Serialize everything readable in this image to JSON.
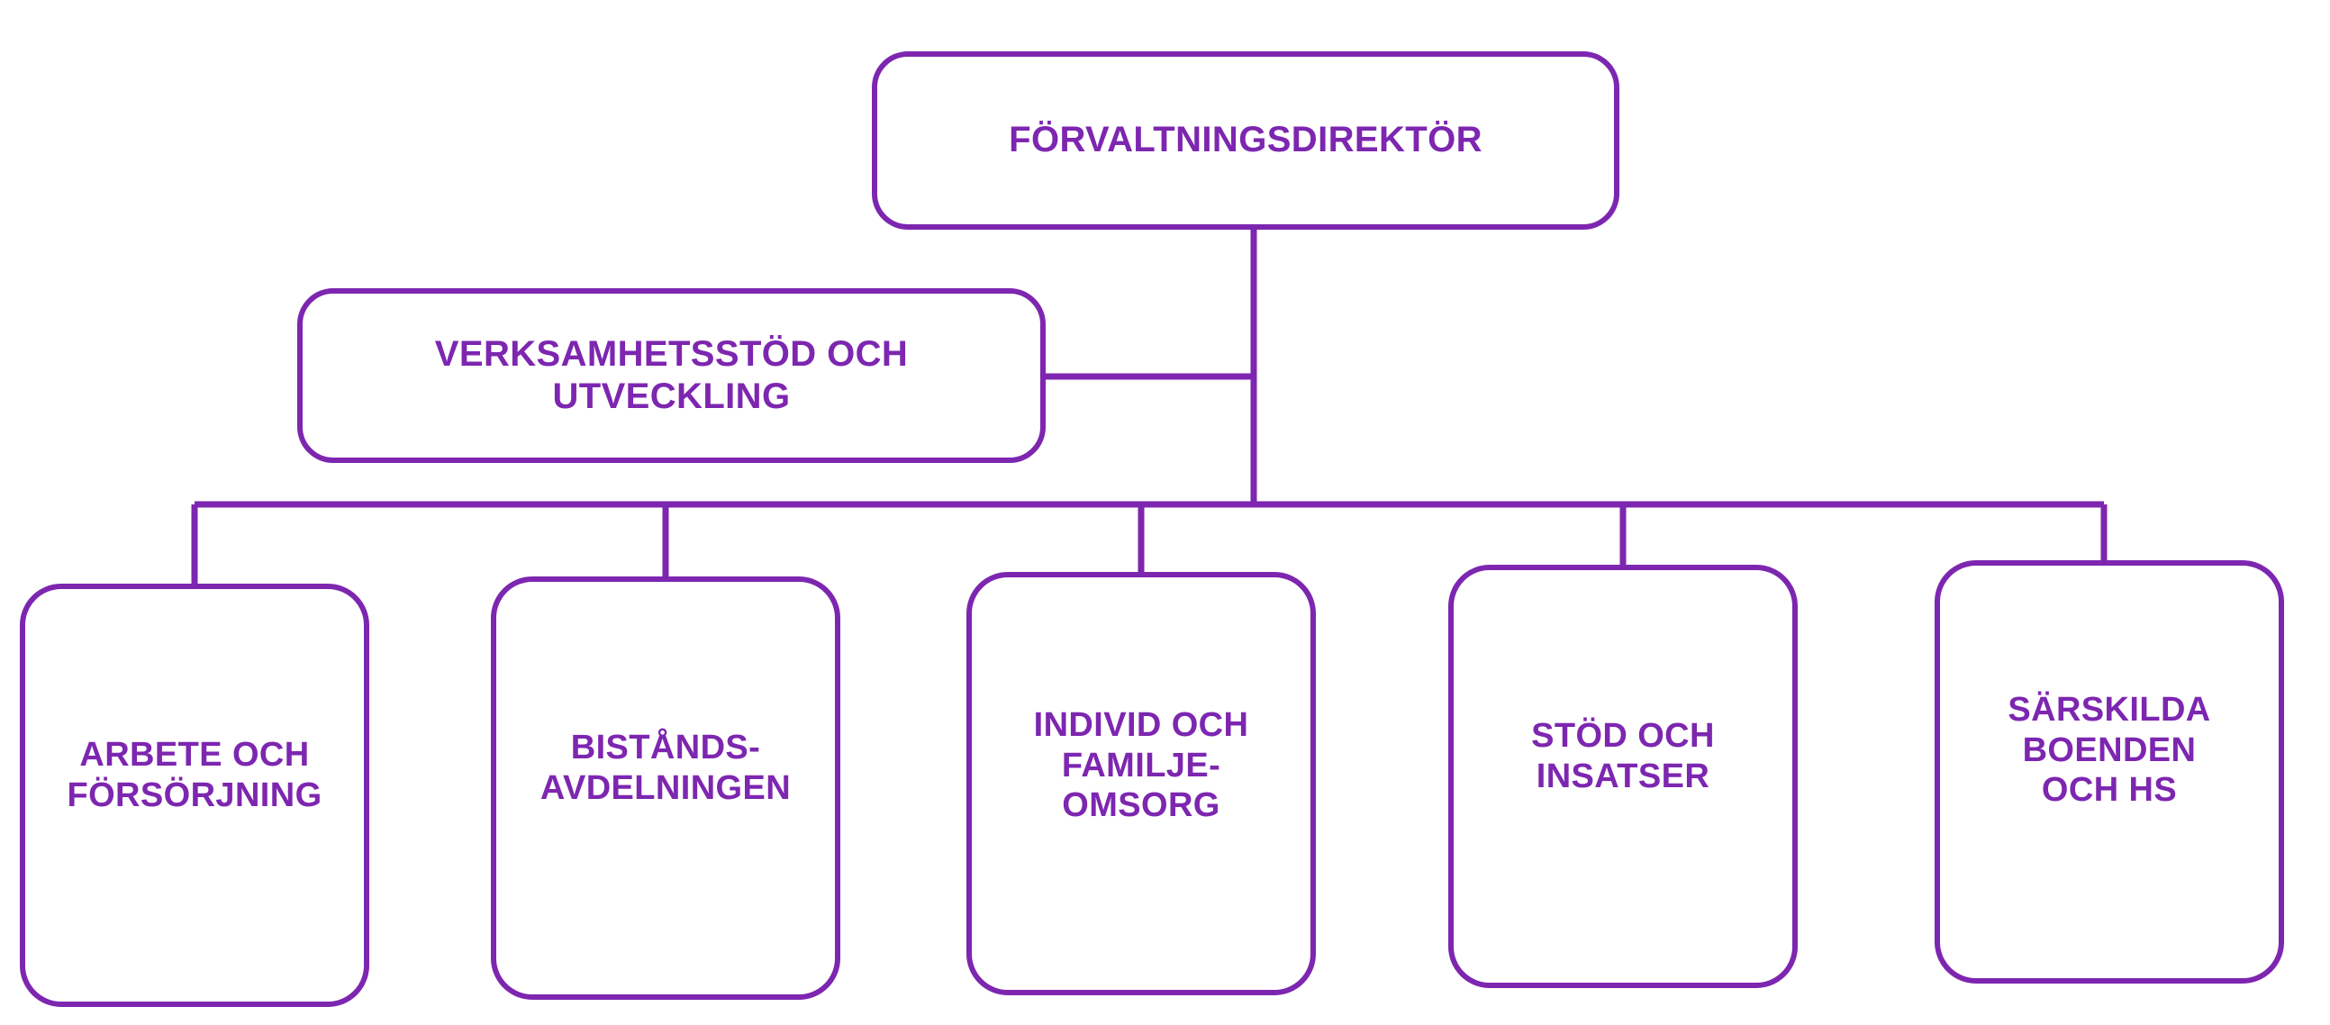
{
  "diagram": {
    "type": "organizational-chart",
    "orientation": "top-down",
    "language": "sv",
    "colors": {
      "stroke": "#7d26b0",
      "text": "#7d26b0",
      "background": "#ffffff"
    },
    "nodes": {
      "root": {
        "id": "forvaltningsdirektor",
        "label": "FÖRVALTNINGSDIREKTÖR",
        "level": 0
      },
      "staff": {
        "id": "verksamhetsstod",
        "label": "VERKSAMHETSSTÖD OCH\nUTVECKLING",
        "level": 1,
        "relation": "staff-unit"
      },
      "departments": [
        {
          "id": "arbete-och-forsorjning",
          "label": "ARBETE OCH\nFÖRSÖRJNING",
          "level": 2
        },
        {
          "id": "bistandsavdelningen",
          "label": "BISTÅNDS-\nAVDELNINGEN",
          "level": 2
        },
        {
          "id": "individ-och-familjeomsorg",
          "label": "INDIVID OCH\nFAMILJE-\nOMSORG",
          "level": 2
        },
        {
          "id": "stod-och-insatser",
          "label": "STÖD OCH\nINSATSER",
          "level": 2
        },
        {
          "id": "sarskilda-boenden-och-hs",
          "label": "SÄRSKILDA\nBOENDEN\nOCH HS",
          "level": 2
        }
      ]
    }
  }
}
